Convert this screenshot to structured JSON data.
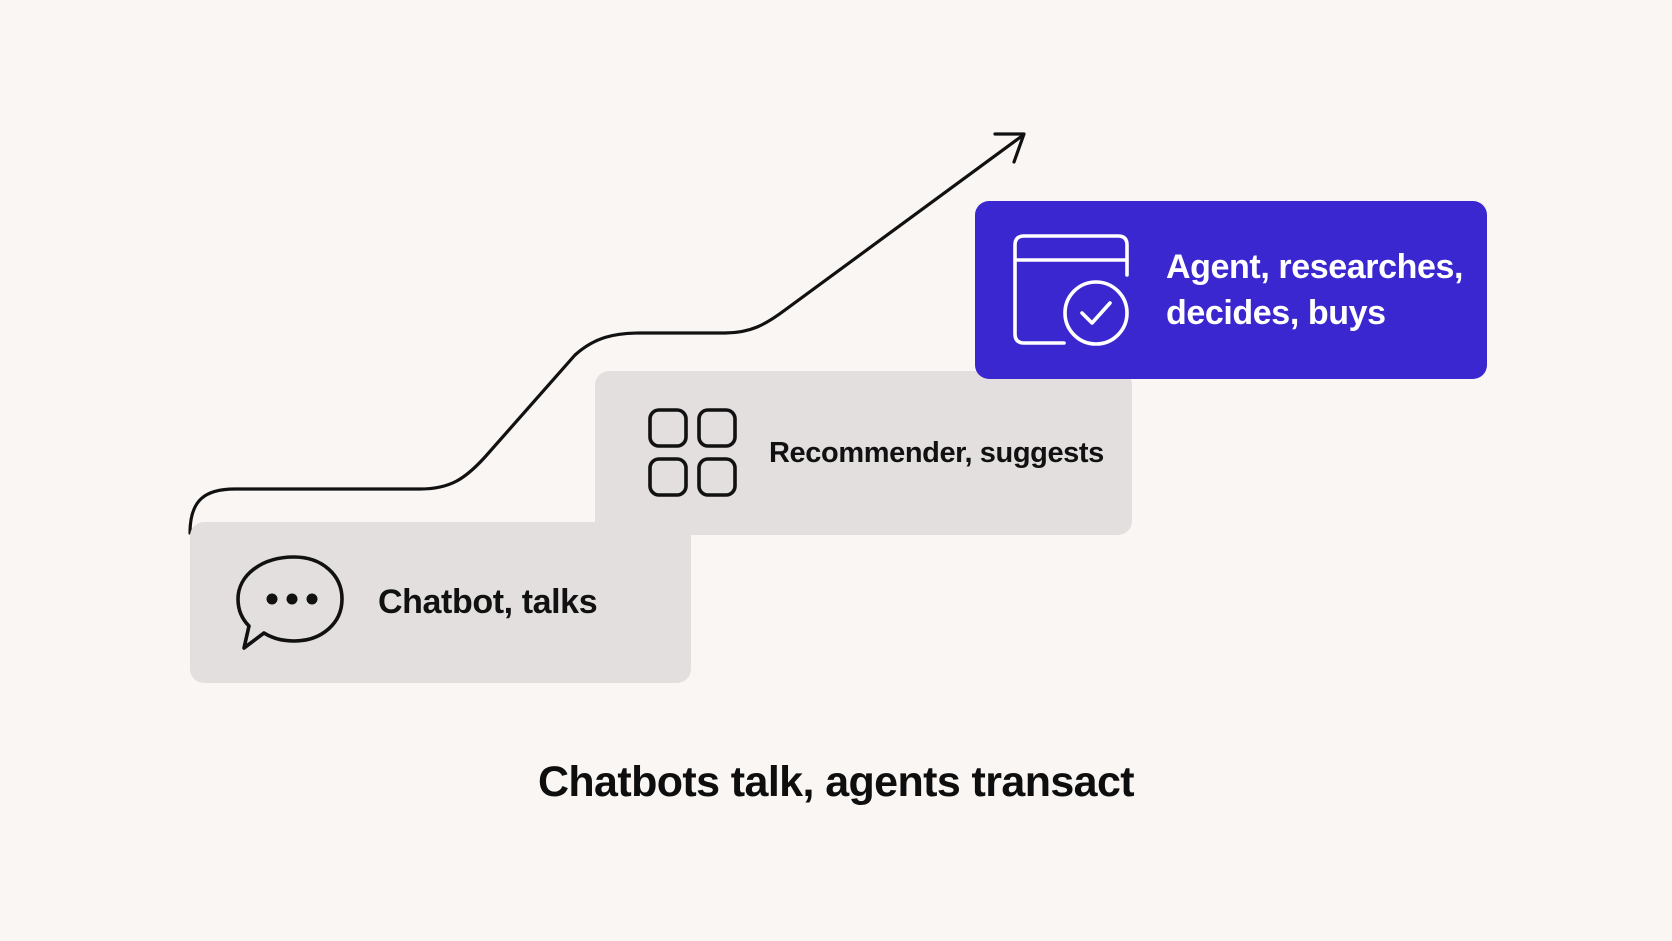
{
  "diagram": {
    "stages": [
      {
        "label": "Chatbot, talks",
        "icon": "chat-bubble-icon"
      },
      {
        "label": "Recommender, suggests",
        "icon": "grid-icon"
      },
      {
        "label": "Agent, researches, decides, buys",
        "icon": "calendar-check-icon"
      }
    ],
    "caption": "Chatbots talk, agents transact",
    "colors": {
      "background": "#f9f6f4",
      "card": "#e3dfdf",
      "accent": "#3a27cf",
      "ink": "#111111"
    }
  }
}
